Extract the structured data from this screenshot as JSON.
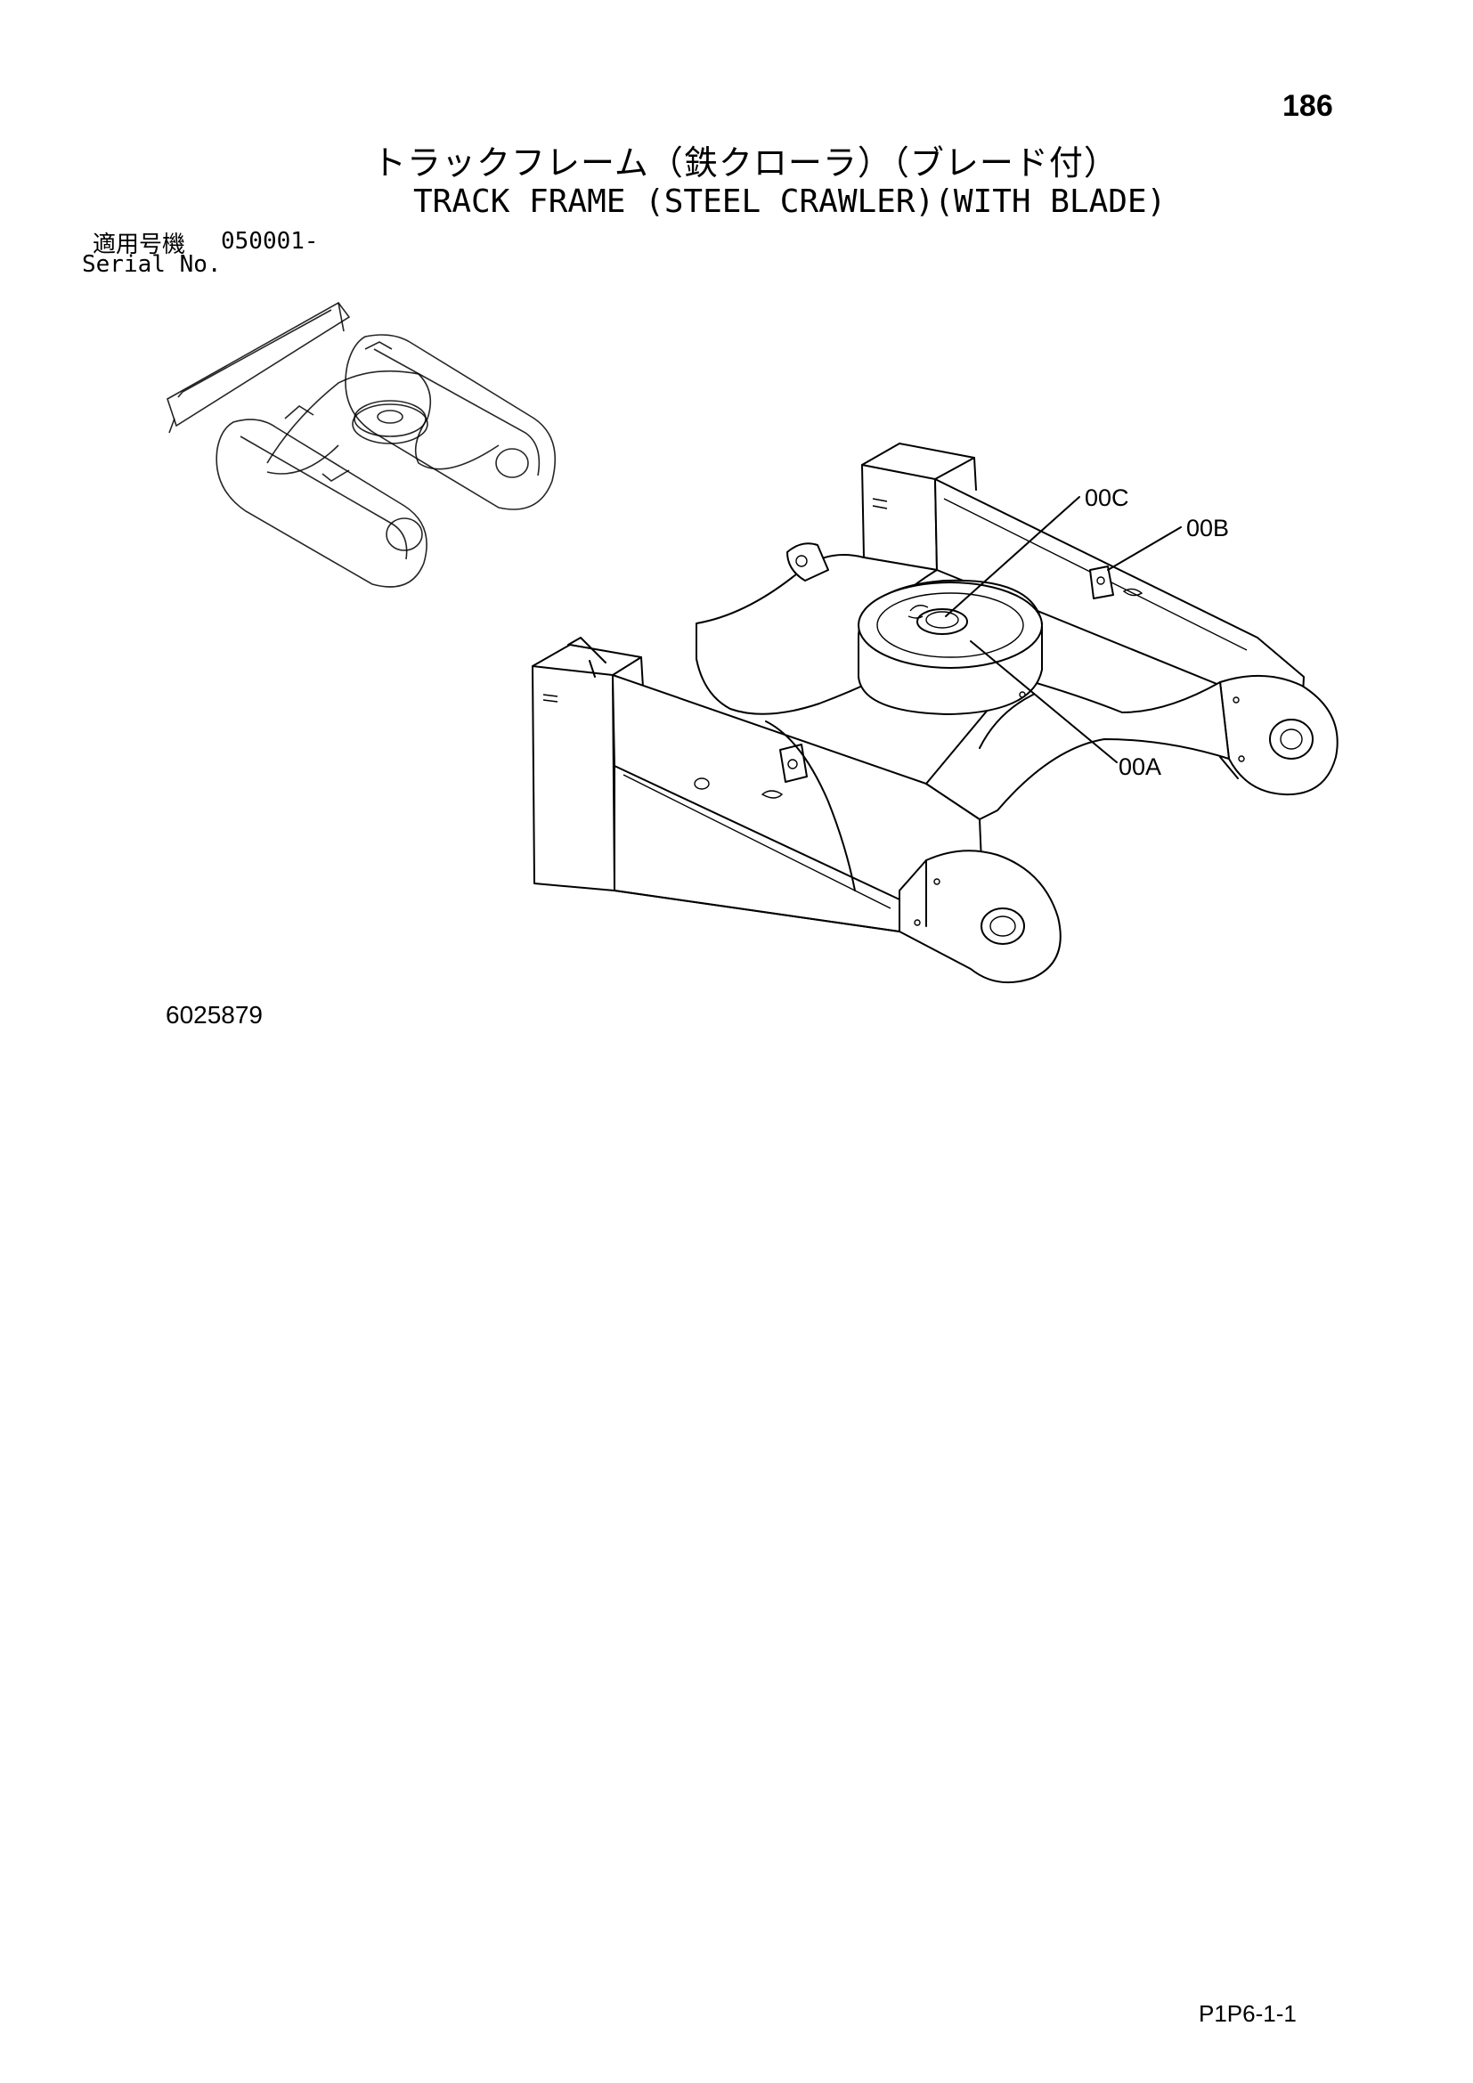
{
  "page": {
    "number": "186",
    "code": "P1P6-1-1"
  },
  "title": {
    "japanese": "トラックフレーム（鉄クローラ）（ブレード付）",
    "english": "TRACK FRAME (STEEL CRAWLER)(WITH BLADE)"
  },
  "serial": {
    "label_japanese": "適用号機",
    "value": "050001-",
    "label_english": "Serial No."
  },
  "drawing": {
    "number": "6025879",
    "callouts": [
      "00C",
      "00B",
      "00A"
    ]
  }
}
